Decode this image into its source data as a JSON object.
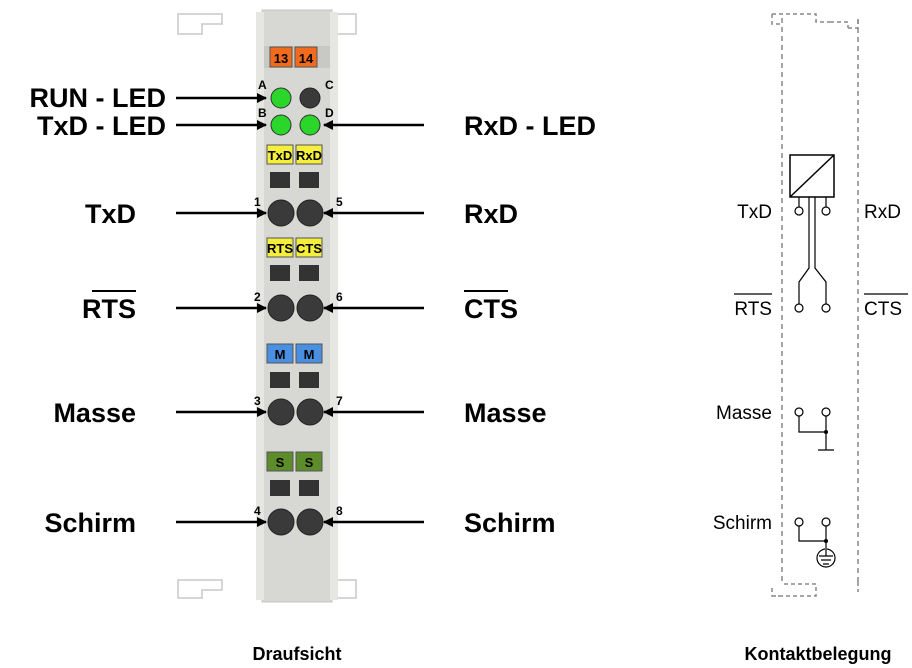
{
  "terminal_numbers": [
    "13",
    "14"
  ],
  "led_letters": {
    "a": "A",
    "b": "B",
    "c": "C",
    "d": "D"
  },
  "led_labels": {
    "run": "RUN - LED",
    "txd": "TxD - LED",
    "rxd": "RxD - LED"
  },
  "slots": [
    {
      "left_tag": "TxD",
      "right_tag": "RxD",
      "tag_color": "#f5ef3c",
      "left_num": "1",
      "right_num": "5",
      "left_label": "TxD",
      "right_label": "RxD"
    },
    {
      "left_tag": "RTS",
      "right_tag": "CTS",
      "tag_color": "#f5ef3c",
      "left_num": "2",
      "right_num": "6",
      "left_label": "RTS",
      "right_label": "CTS"
    },
    {
      "left_tag": "M",
      "right_tag": "M",
      "tag_color": "#4a90e2",
      "left_num": "3",
      "right_num": "7",
      "left_label": "Masse",
      "right_label": "Masse"
    },
    {
      "left_tag": "S",
      "right_tag": "S",
      "tag_color": "#5d8c2a",
      "left_num": "4",
      "right_num": "8",
      "left_label": "Schirm",
      "right_label": "Schirm"
    }
  ],
  "contact_labels": {
    "txd": "TxD",
    "rxd": "RxD",
    "rts": "RTS",
    "cts": "CTS",
    "masse": "Masse",
    "schirm": "Schirm"
  },
  "captions": {
    "top_view": "Draufsicht",
    "contact": "Kontaktbelegung"
  },
  "colors": {
    "terminal_orange": "#f26a1b",
    "led_green": "#2bd62b",
    "housing": "#d7d7d4"
  }
}
